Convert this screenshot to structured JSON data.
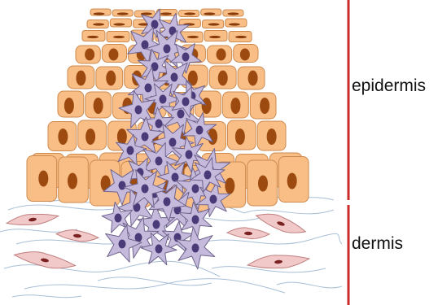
{
  "diagram": {
    "labels": {
      "epidermis": "epidermis",
      "dermis": "dermis"
    },
    "colors": {
      "keratinocyte_fill": "#f9be86",
      "keratinocyte_stroke": "#cc8a4f",
      "nucleus_fill": "#9c4a10",
      "flat_cell_nucleus_fill": "#8a3d0a",
      "tumor_cell_fill": "#c5b9dc",
      "tumor_cell_stroke": "#6f648c",
      "tumor_nucleus_fill": "#4a3a78",
      "fibroblast_fill": "#f2c9c9",
      "fibroblast_stroke": "#c07f7f",
      "fibroblast_nucleus_fill": "#7a2222",
      "collagen_fiber_stroke": "#a9bfd6",
      "layer_divider": "#cc2b2b"
    },
    "structures": [
      "keratinocyte-layer",
      "tumor-cell-cluster",
      "collagen-fibers",
      "fibroblasts",
      "layer-bracket-lines"
    ]
  }
}
